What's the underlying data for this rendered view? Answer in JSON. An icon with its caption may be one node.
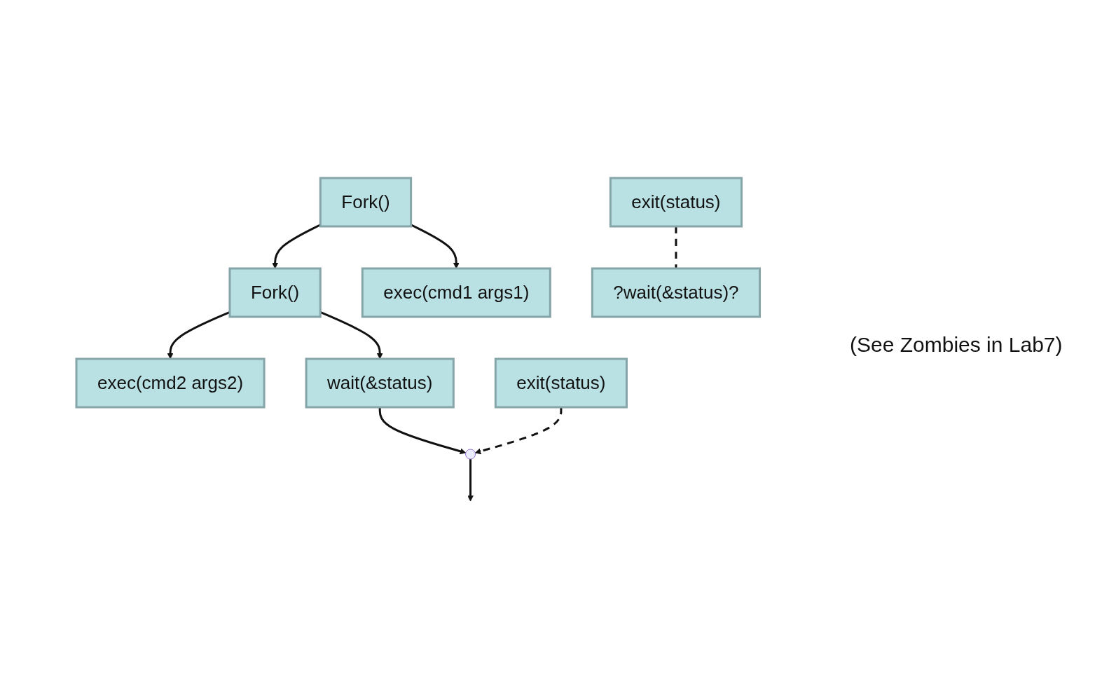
{
  "diagram": {
    "nodes": [
      {
        "text": [
          "Fork()"
        ]
      },
      {
        "text": [
          "Fork()"
        ]
      },
      {
        "text": [
          "exec(cmd1 args1)"
        ]
      },
      {
        "text": [
          "exec(cmd2 args2)"
        ]
      },
      {
        "text": [
          "exit(status)"
        ]
      },
      {
        "text": [
          "wait(&status)"
        ]
      },
      {
        "text": [
          "exit(status)"
        ]
      },
      {
        "text": [],
        "shape": "circle"
      },
      {
        "text": [
          "?wait(&status)?"
        ]
      }
    ],
    "edges": [
      {
        "from": 0,
        "to": 1,
        "arrow": "to"
      },
      {
        "from": 0,
        "to": 2,
        "arrow": "to"
      },
      {
        "from": 1,
        "to": 3,
        "arrow": "to"
      },
      {
        "from": 1,
        "to": 5,
        "arrow": "to"
      },
      {
        "from": 5,
        "to": 7,
        "arrow": "to"
      },
      {
        "from": 6,
        "to": 7,
        "arrow": "to",
        "style": "dashed"
      },
      {
        "from": 4,
        "to": 8,
        "arrow": "none",
        "style": "dashed"
      },
      {
        "from": 7,
        "to": null,
        "arrow": "to"
      }
    ],
    "labels": [
      "(See Zombies in Lab7)"
    ]
  }
}
